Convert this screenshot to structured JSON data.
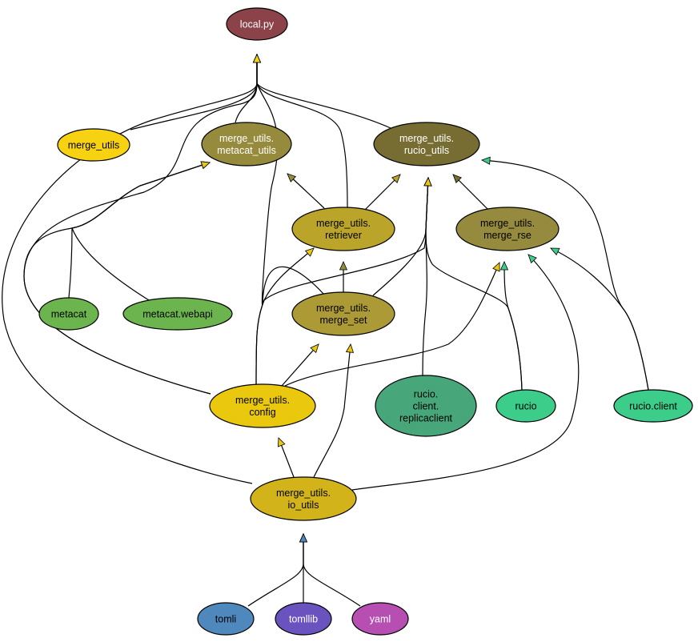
{
  "nodes": [
    {
      "id": "local_py",
      "lines": [
        "local.py"
      ],
      "fill": "#8b4249",
      "text_color": "#ffffff"
    },
    {
      "id": "merge_utils",
      "lines": [
        "merge_utils"
      ],
      "fill": "#f6d213",
      "text_color": "#000000"
    },
    {
      "id": "metacat_utils",
      "lines": [
        "merge_utils.",
        "metacat_utils"
      ],
      "fill": "#968a3c",
      "text_color": "#ffffff"
    },
    {
      "id": "rucio_utils",
      "lines": [
        "merge_utils.",
        "rucio_utils"
      ],
      "fill": "#776d32",
      "text_color": "#ffffff"
    },
    {
      "id": "retriever",
      "lines": [
        "merge_utils.",
        "retriever"
      ],
      "fill": "#bba42a",
      "text_color": "#000000"
    },
    {
      "id": "merge_rse",
      "lines": [
        "merge_utils.",
        "merge_rse"
      ],
      "fill": "#958a3d",
      "text_color": "#000000"
    },
    {
      "id": "metacat",
      "lines": [
        "metacat"
      ],
      "fill": "#6cb54e",
      "text_color": "#000000"
    },
    {
      "id": "metacat_webapi",
      "lines": [
        "metacat.webapi"
      ],
      "fill": "#6cb54e",
      "text_color": "#000000"
    },
    {
      "id": "merge_set",
      "lines": [
        "merge_utils.",
        "merge_set"
      ],
      "fill": "#ac9a36",
      "text_color": "#000000"
    },
    {
      "id": "config",
      "lines": [
        "merge_utils.",
        "config"
      ],
      "fill": "#eac80e",
      "text_color": "#000000"
    },
    {
      "id": "replicaclient",
      "lines": [
        "rucio.",
        "client.",
        "replicaclient"
      ],
      "fill": "#47a77b",
      "text_color": "#000000"
    },
    {
      "id": "rucio",
      "lines": [
        "rucio"
      ],
      "fill": "#3dcd8b",
      "text_color": "#000000"
    },
    {
      "id": "rucio_client",
      "lines": [
        "rucio.client"
      ],
      "fill": "#3dcd8b",
      "text_color": "#000000"
    },
    {
      "id": "io_utils",
      "lines": [
        "merge_utils.",
        "io_utils"
      ],
      "fill": "#d2b319",
      "text_color": "#000000"
    },
    {
      "id": "tomli",
      "lines": [
        "tomli"
      ],
      "fill": "#4f88bd",
      "text_color": "#000000"
    },
    {
      "id": "tomllib",
      "lines": [
        "tomllib"
      ],
      "fill": "#6b53bf",
      "text_color": "#ffffff"
    },
    {
      "id": "yaml",
      "lines": [
        "yaml"
      ],
      "fill": "#b74fb2",
      "text_color": "#ffffff"
    }
  ],
  "edges": [
    {
      "from": "merge_utils",
      "to": "local_py",
      "arrow_color": "#f6d213"
    },
    {
      "from": "metacat_utils",
      "to": "local_py",
      "arrow_color": "#f6d213"
    },
    {
      "from": "rucio_utils",
      "to": "local_py",
      "arrow_color": "#f6d213"
    },
    {
      "from": "retriever",
      "to": "local_py",
      "arrow_color": "#f6d213"
    },
    {
      "from": "config",
      "to": "local_py",
      "arrow_color": "#f6d213"
    },
    {
      "from": "io_utils",
      "to": "local_py",
      "arrow_color": "#f6d213"
    },
    {
      "from": "merge_set",
      "to": "local_py",
      "arrow_color": "#f6d213"
    },
    {
      "from": "retriever",
      "to": "metacat_utils",
      "arrow_color": "#968a3c"
    },
    {
      "from": "config",
      "to": "metacat_utils",
      "arrow_color": "#eac80e"
    },
    {
      "from": "metacat",
      "to": "metacat_utils",
      "arrow_color": "#eac80e"
    },
    {
      "from": "metacat_webapi",
      "to": "metacat_utils",
      "arrow_color": "#eac80e"
    },
    {
      "from": "retriever",
      "to": "rucio_utils",
      "arrow_color": "#bba42a"
    },
    {
      "from": "merge_rse",
      "to": "rucio_utils",
      "arrow_color": "#776d32"
    },
    {
      "from": "rucio_client",
      "to": "rucio_utils",
      "arrow_color": "#3dcd8b"
    },
    {
      "from": "merge_set",
      "to": "rucio_utils",
      "arrow_color": "#eac80e"
    },
    {
      "from": "config",
      "to": "rucio_utils",
      "arrow_color": "#eac80e"
    },
    {
      "from": "replicaclient",
      "to": "rucio_utils",
      "arrow_color": "#eac80e"
    },
    {
      "from": "rucio",
      "to": "rucio_utils",
      "arrow_color": "#eac80e"
    },
    {
      "from": "merge_set",
      "to": "retriever",
      "arrow_color": "#958a3d"
    },
    {
      "from": "config",
      "to": "retriever",
      "arrow_color": "#eac80e"
    },
    {
      "from": "config",
      "to": "merge_rse",
      "arrow_color": "#eac80e"
    },
    {
      "from": "io_utils",
      "to": "merge_rse",
      "arrow_color": "#3dcd8b"
    },
    {
      "from": "rucio",
      "to": "merge_rse",
      "arrow_color": "#3dcd8b"
    },
    {
      "from": "rucio_client",
      "to": "merge_rse",
      "arrow_color": "#3dcd8b"
    },
    {
      "from": "config",
      "to": "merge_set",
      "arrow_color": "#eac80e"
    },
    {
      "from": "io_utils",
      "to": "merge_set",
      "arrow_color": "#eac80e"
    },
    {
      "from": "io_utils",
      "to": "config",
      "arrow_color": "#eac80e"
    },
    {
      "from": "tomli",
      "to": "io_utils",
      "arrow_color": "#4f88bd"
    },
    {
      "from": "tomllib",
      "to": "io_utils",
      "arrow_color": "#4f88bd"
    },
    {
      "from": "yaml",
      "to": "io_utils",
      "arrow_color": "#4f88bd"
    }
  ]
}
